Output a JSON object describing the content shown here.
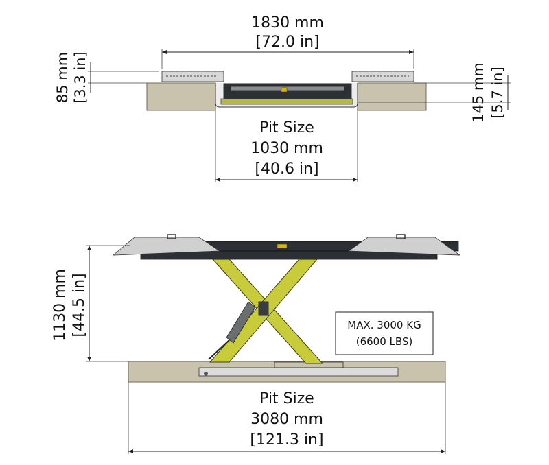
{
  "top_view": {
    "width_mm": "1830 mm",
    "width_in": "[72.0 in]",
    "height_left_mm": "85 mm",
    "height_left_in": "[3.3 in]",
    "height_right_mm": "145 mm",
    "height_right_in": "[5.7 in]",
    "pit_label": "Pit Size",
    "pit_mm": "1030 mm",
    "pit_in": "[40.6 in]"
  },
  "side_view": {
    "height_mm": "1130 mm",
    "height_in": "[44.5 in]",
    "capacity_line1": "MAX. 3000 KG",
    "capacity_line2": "(6600 LBS)",
    "pit_label": "Pit Size",
    "pit_mm": "3080 mm",
    "pit_in": "[121.3 in]"
  },
  "colors": {
    "ground": "#c9c2ad",
    "scissor": "#c9cc3a",
    "frame": "#2c2f33"
  }
}
